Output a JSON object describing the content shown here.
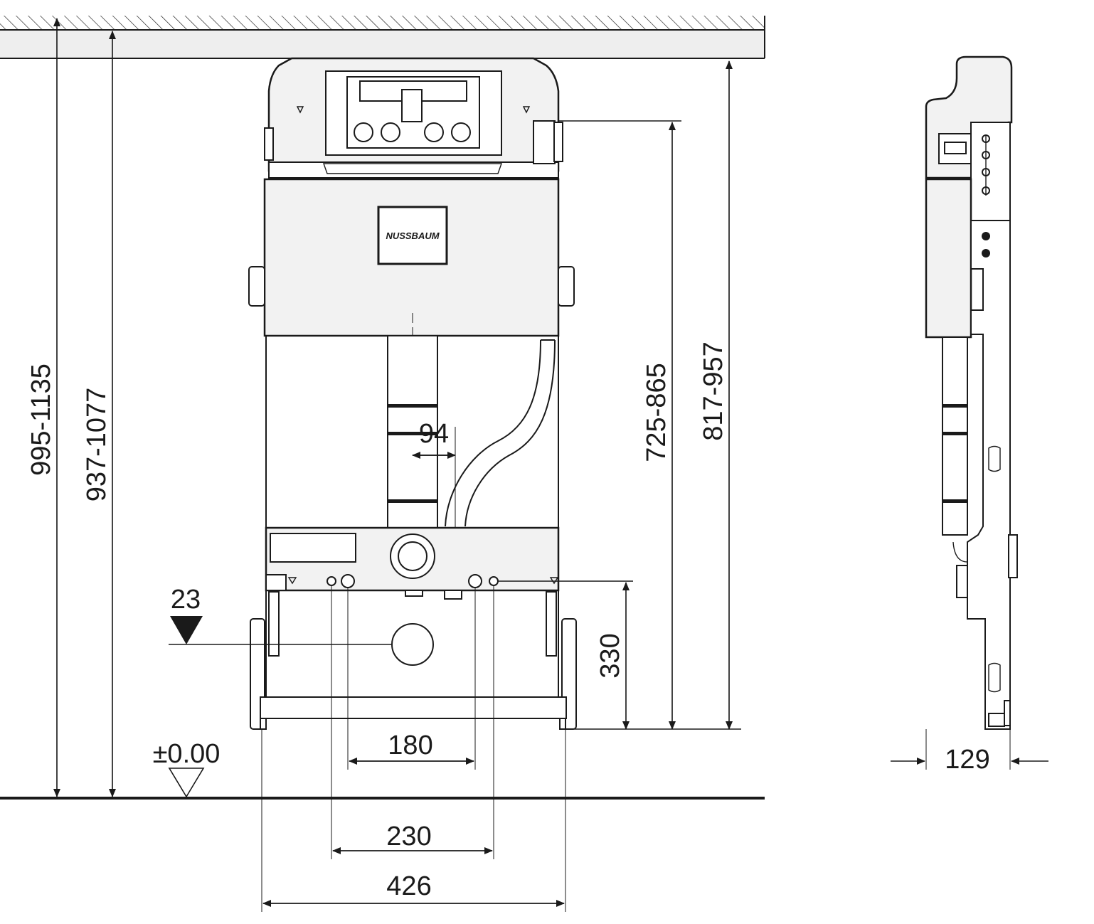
{
  "brand": {
    "logo_text": "NUSSBAUM"
  },
  "front_view": {
    "dimensions": {
      "total_height": "995-1135",
      "frame_height": "937-1077",
      "flush_height": "817-957",
      "cistern_height": "725-865",
      "pipe_offset": "94",
      "connection_height": "330",
      "drain_symbol": "23",
      "floor_level": "±0.00",
      "inner_spacing": "180",
      "outer_spacing": "230",
      "frame_width": "426"
    }
  },
  "side_view": {
    "dimensions": {
      "depth": "129"
    }
  }
}
